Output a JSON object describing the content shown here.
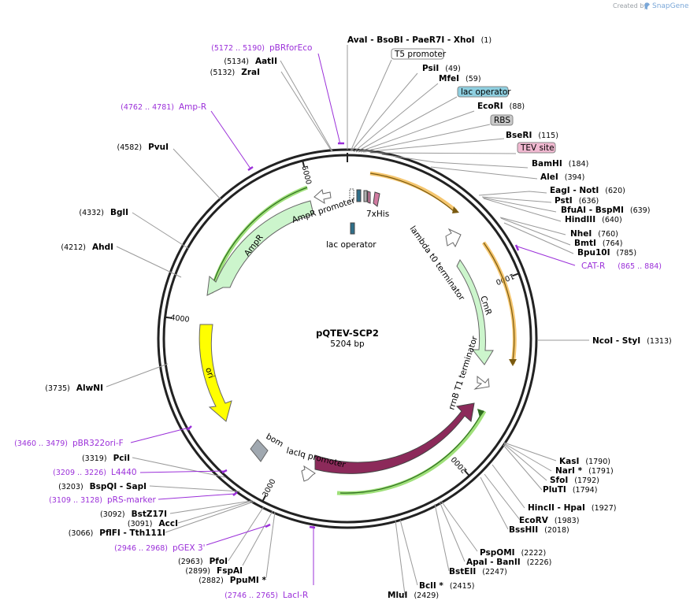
{
  "credit": {
    "created_by": "Created by",
    "brand": "SnapGene"
  },
  "plasmid": {
    "name": "pQTEV-SCP2",
    "size": "5204 bp",
    "length": 5204
  },
  "colors": {
    "backbone": "#222222",
    "primer": "#9b30d9",
    "ampr": "#ccf5cc",
    "cmr": "#ccf5cc",
    "laci": "#8c2a5a",
    "ori": "#ffff00",
    "bom": "#a0a8b0",
    "cat_primer_arc": "#f2b84b",
    "ampr_highlight": "#9fe07a"
  },
  "ticks": [
    {
      "label": "1000",
      "bp": 1000
    },
    {
      "label": "2000",
      "bp": 2000
    },
    {
      "label": "3000",
      "bp": 3000
    },
    {
      "label": "4000",
      "bp": 4000
    },
    {
      "label": "5000",
      "bp": 5000
    }
  ],
  "enzymes": [
    {
      "name": "AvaI",
      "tail": " - BsoBI - PaeR7I - XhoI",
      "pos": "(1)"
    },
    {
      "name": "PsiI",
      "pos": "(49)"
    },
    {
      "name": "MfeI",
      "pos": "(59)"
    },
    {
      "name": "EcoRI",
      "pos": "(88)"
    },
    {
      "name": "BseRI",
      "pos": "(115)"
    },
    {
      "name": "BamHI",
      "pos": "(184)"
    },
    {
      "name": "AleI",
      "pos": "(394)"
    },
    {
      "name": "EagI",
      "tail": " - NotI",
      "pos": "(620)"
    },
    {
      "name": "PstI",
      "pos": "(636)"
    },
    {
      "name": "BfuAI",
      "tail": " - BspMI",
      "pos": "(639)"
    },
    {
      "name": "HindIII",
      "pos": "(640)"
    },
    {
      "name": "NheI",
      "pos": "(760)"
    },
    {
      "name": "BmtI",
      "pos": "(764)"
    },
    {
      "name": "Bpu10I",
      "pos": "(785)"
    },
    {
      "name": "NcoI",
      "tail": " - StyI",
      "pos": "(1313)"
    },
    {
      "name": "KasI",
      "pos": "(1790)"
    },
    {
      "name": "NarI *",
      "pos": "(1791)"
    },
    {
      "name": "SfoI",
      "pos": "(1792)"
    },
    {
      "name": "PluTI",
      "pos": "(1794)"
    },
    {
      "name": "HincII",
      "tail": " - HpaI",
      "pos": "(1927)"
    },
    {
      "name": "EcoRV",
      "pos": "(1983)"
    },
    {
      "name": "BssHII",
      "pos": "(2018)"
    },
    {
      "name": "PspOMI",
      "pos": "(2222)"
    },
    {
      "name": "ApaI",
      "tail": " - BanII",
      "pos": "(2226)"
    },
    {
      "name": "BstEII",
      "pos": "(2247)"
    },
    {
      "name": "BclI *",
      "pos": "(2415)"
    },
    {
      "name": "MluI",
      "pos": "(2429)"
    },
    {
      "name": "PpuMI *",
      "pos": "(2882)"
    },
    {
      "name": "FspAI",
      "pos": "(2899)"
    },
    {
      "name": "PfoI",
      "pos": "(2963)"
    },
    {
      "name": "PflFI",
      "tail": " - Tth111I",
      "pos": "(3066)"
    },
    {
      "name": "AccI",
      "pos": "(3091)"
    },
    {
      "name": "BstZ17I",
      "pos": "(3092)"
    },
    {
      "name": "BspQI",
      "tail": " - SapI",
      "pos": "(3203)"
    },
    {
      "name": "PciI",
      "pos": "(3319)"
    },
    {
      "name": "AlwNI",
      "pos": "(3735)"
    },
    {
      "name": "AhdI",
      "pos": "(4212)"
    },
    {
      "name": "BglI",
      "pos": "(4332)"
    },
    {
      "name": "PvuI",
      "pos": "(4582)"
    },
    {
      "name": "ZraI",
      "pos": "(5132)"
    },
    {
      "name": "AatII",
      "pos": "(5134)"
    }
  ],
  "primers": [
    {
      "name": "pBRforEco",
      "range": "(5172 .. 5190)"
    },
    {
      "name": "Amp-R",
      "range": "(4762 .. 4781)"
    },
    {
      "name": "CAT-R",
      "range": "(865 .. 884)"
    },
    {
      "name": "pBR322ori-F",
      "range": "(3460 .. 3479)"
    },
    {
      "name": "L4440",
      "range": "(3209 .. 3226)"
    },
    {
      "name": "pRS-marker",
      "range": "(3109 .. 3128)"
    },
    {
      "name": "pGEX 3'",
      "range": "(2946 .. 2968)"
    },
    {
      "name": "LacI-R",
      "range": "(2746 .. 2765)"
    }
  ],
  "boxed_features": [
    {
      "label": "T5 promoter",
      "fill": "#ffffff"
    },
    {
      "label": "lac operator",
      "fill": "#8ecfe0"
    },
    {
      "label": "RBS",
      "fill": "#c8c8c8"
    },
    {
      "label": "TEV site",
      "fill": "#f0b8d0"
    }
  ],
  "features": {
    "ampr": "AmpR",
    "ampr_promoter": "AmpR promoter",
    "his": "7xHis",
    "lac_operator": "lac operator",
    "lambda": "lambda t0 terminator",
    "cmr": "CmR",
    "rrnb": "rrnB T1 terminator",
    "laci": "lacI",
    "laciq": "lacIq promoter",
    "bom": "bom",
    "ori": "ori"
  }
}
